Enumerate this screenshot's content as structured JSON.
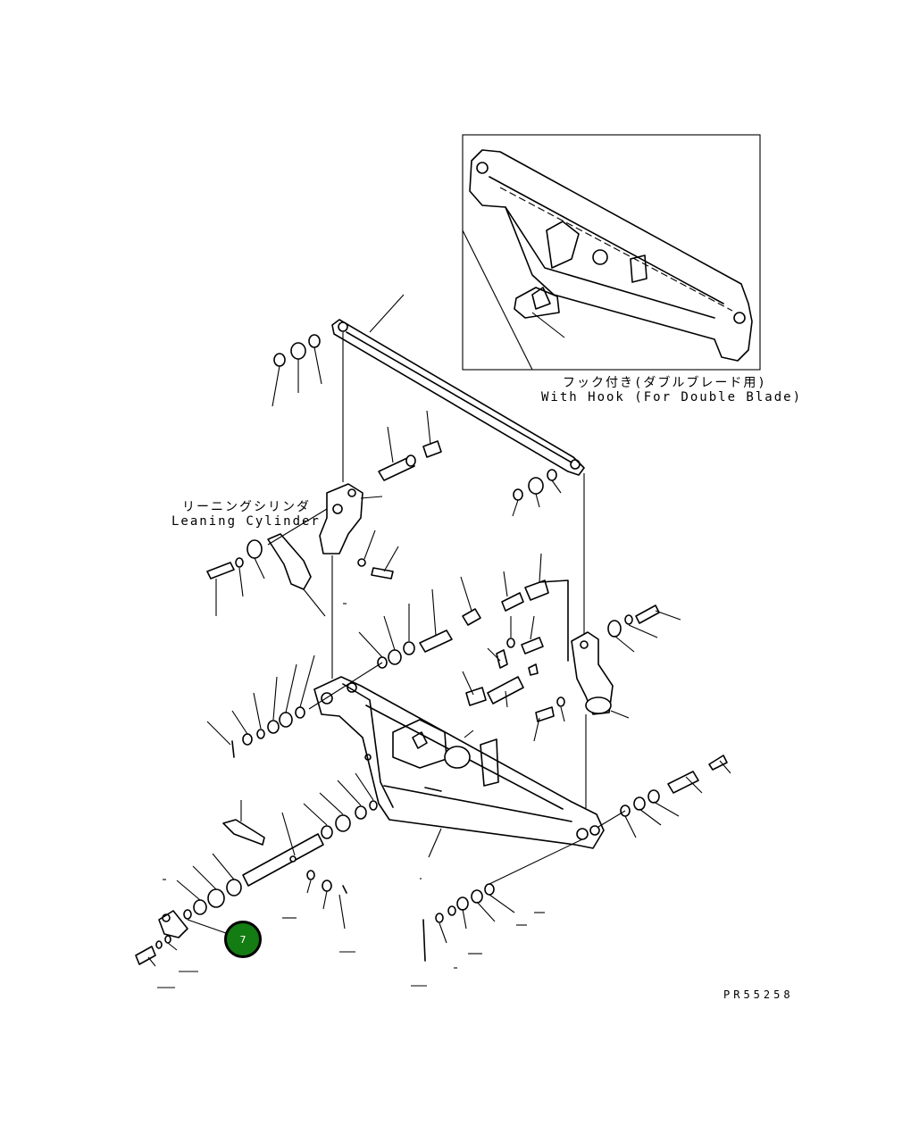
{
  "inset": {
    "label_jp": "フック付き(ダブルブレード用)",
    "label_en": "With Hook (For Double Blade)"
  },
  "leaning_cylinder": {
    "label_jp": "リーニングシリンダ",
    "label_en": "Leaning Cylinder"
  },
  "callout": {
    "number": "7",
    "color": "#137c13"
  },
  "drawing_number": "PR55258"
}
